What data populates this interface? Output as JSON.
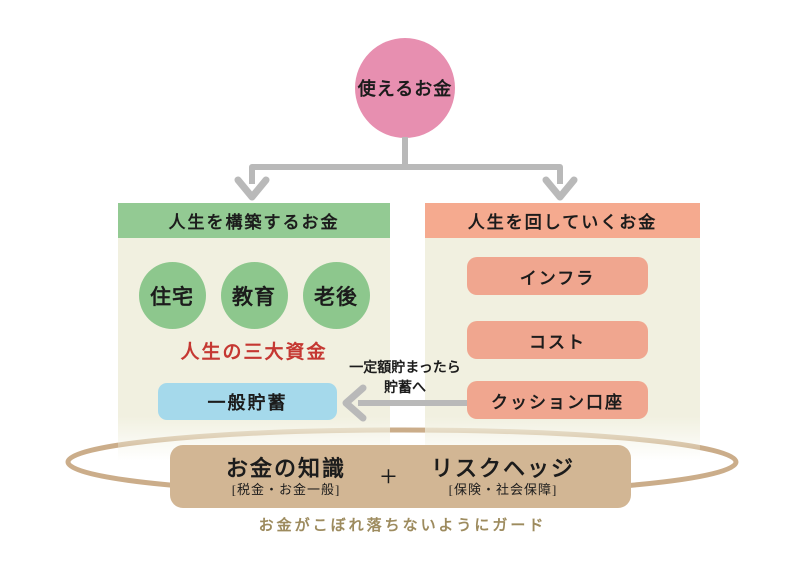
{
  "colors": {
    "top_circle_pink": "#e78fb0",
    "connector_gray": "#b9b9b9",
    "left_header_green": "#93ca93",
    "fund_circle_green": "#8dc78d",
    "panel_cream": "#f1f0e0",
    "accent_red": "#c53832",
    "savings_blue": "#a5d9eb",
    "right_header_salmon": "#f5aa8f",
    "expense_box_salmon": "#f0a68f",
    "guard_tan": "#d2b694",
    "ring_tan": "#cbad8a",
    "caption_olive": "#9d8b5e"
  },
  "top_circle": {
    "label": "使えるお金"
  },
  "left_panel": {
    "header": "人生を構築するお金",
    "fund_circles": [
      "住宅",
      "教育",
      "老後"
    ],
    "caption": "人生の三大資金",
    "savings_box": "一般貯蓄"
  },
  "right_panel": {
    "header": "人生を回していくお金",
    "boxes": [
      "インフラ",
      "コスト",
      "クッション口座"
    ]
  },
  "transfer_note": {
    "line1": "一定額貯まったら",
    "line2": "貯蓄へ"
  },
  "guard_box": {
    "left_title": "お金の知識",
    "left_subtitle": "[税金・お金一般]",
    "plus": "+",
    "right_title": "リスクヘッジ",
    "right_subtitle": "[保険・社会保障]"
  },
  "bottom_caption": "お金がこぼれ落ちないようにガード"
}
